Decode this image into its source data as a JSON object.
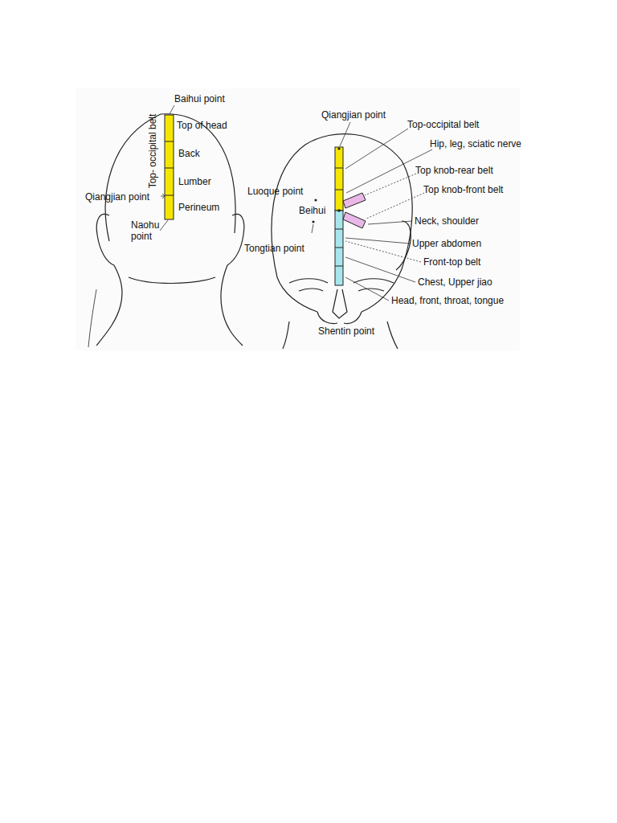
{
  "diagram": {
    "labels": [
      "Baihui point",
      "Top- occipital belt",
      "Top of head",
      "Back",
      "Lumber",
      "Qiangjian point",
      "Perineum",
      "Naohu point",
      "Qiangjian point",
      "Top-occipital belt",
      "Hip, leg, sciatic nerve",
      "Top knob-rear belt",
      "Top knob-front belt",
      "Luoque point",
      "Beihui",
      "Neck, shoulder",
      "Upper abdomen",
      "Tongtian point",
      "Front-top belt",
      "Chest, Upper jiao",
      "Head, front, throat, tongue",
      "Shentin point"
    ]
  }
}
